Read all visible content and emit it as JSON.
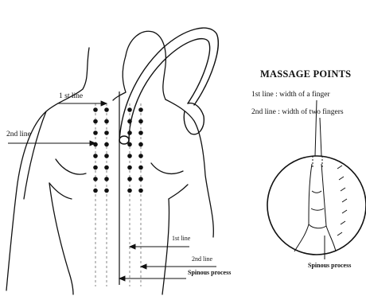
{
  "title": "MASSAGE POINTS",
  "legend": {
    "first_line": "1st line : width of a finger",
    "second_line": "2nd line : width of two fingers"
  },
  "left_labels": {
    "first_line": "1 st line",
    "second_line": "2nd line"
  },
  "right_labels": {
    "first_line": "1st line",
    "second_line": "2nd line",
    "spinous": "Spinous process"
  },
  "inset": {
    "caption": "Spinous process"
  }
}
